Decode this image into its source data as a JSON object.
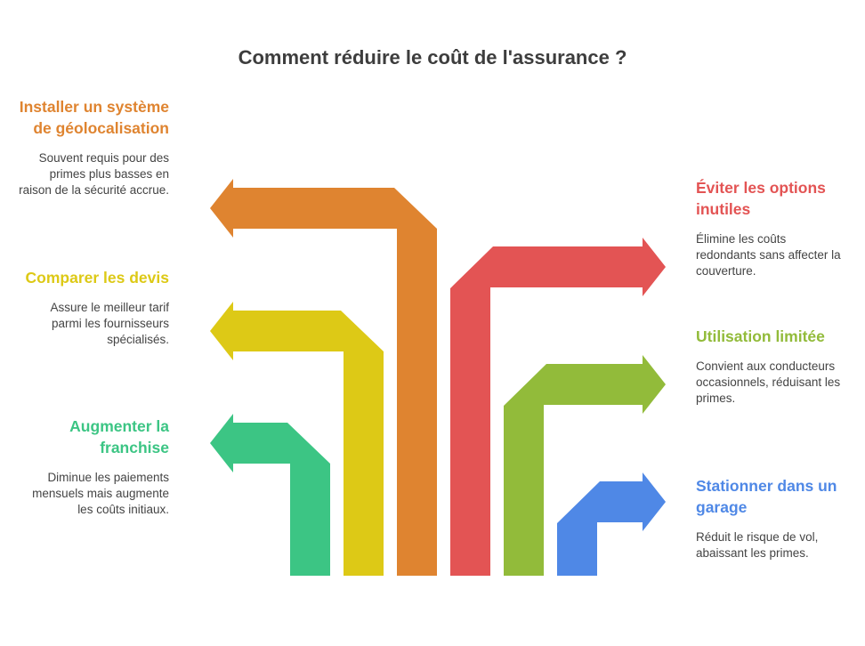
{
  "title": "Comment réduire le coût de l'assurance ?",
  "items": [
    {
      "heading": "Installer un système de géolocalisation",
      "description": "Souvent requis pour des primes plus basses en raison de la sécurité accrue.",
      "color": "#DF8430",
      "side": "left"
    },
    {
      "heading": "Comparer les devis",
      "description": "Assure le meilleur tarif parmi les fournisseurs spécialisés.",
      "color": "#DDC916",
      "side": "left"
    },
    {
      "heading": "Augmenter la franchise",
      "description": "Diminue les paiements mensuels mais augmente les coûts initiaux.",
      "color": "#3CC584",
      "side": "left"
    },
    {
      "heading": "Éviter les options inutiles",
      "description": "Élimine les coûts redondants sans affecter la couverture.",
      "color": "#E35454",
      "side": "right"
    },
    {
      "heading": "Utilisation limitée",
      "description": "Convient aux conducteurs occasionnels, réduisant les primes.",
      "color": "#92BB3A",
      "side": "right"
    },
    {
      "heading": "Stationner dans un garage",
      "description": "Réduit le risque de vol, abaissant les primes.",
      "color": "#4F88E6",
      "side": "right"
    }
  ]
}
